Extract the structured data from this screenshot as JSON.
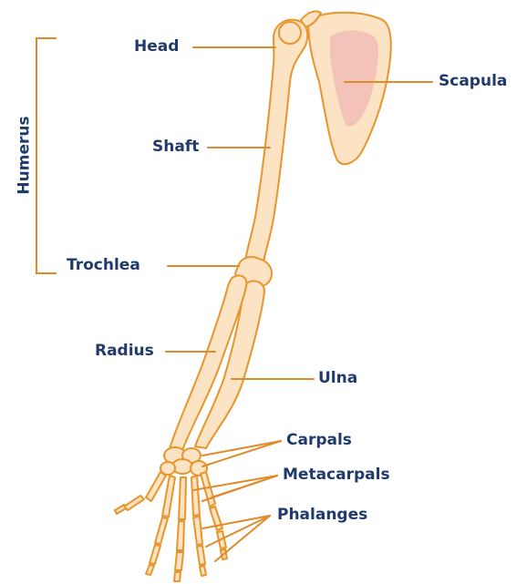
{
  "labels": {
    "humerus": "Humerus",
    "head": "Head",
    "shaft": "Shaft",
    "trochlea": "Trochlea",
    "scapula": "Scapula",
    "radius": "Radius",
    "ulna": "Ulna",
    "carpals": "Carpals",
    "metacarpals": "Metacarpals",
    "phalanges": "Phalanges"
  },
  "colors": {
    "bone_fill": "#fbe3c4",
    "bone_outline": "#e8952c",
    "leader_line": "#e08a2a",
    "bracket": "#e08a2a",
    "label_text": "#1f3a6b",
    "scapula_inner": "#f3c2b8"
  }
}
